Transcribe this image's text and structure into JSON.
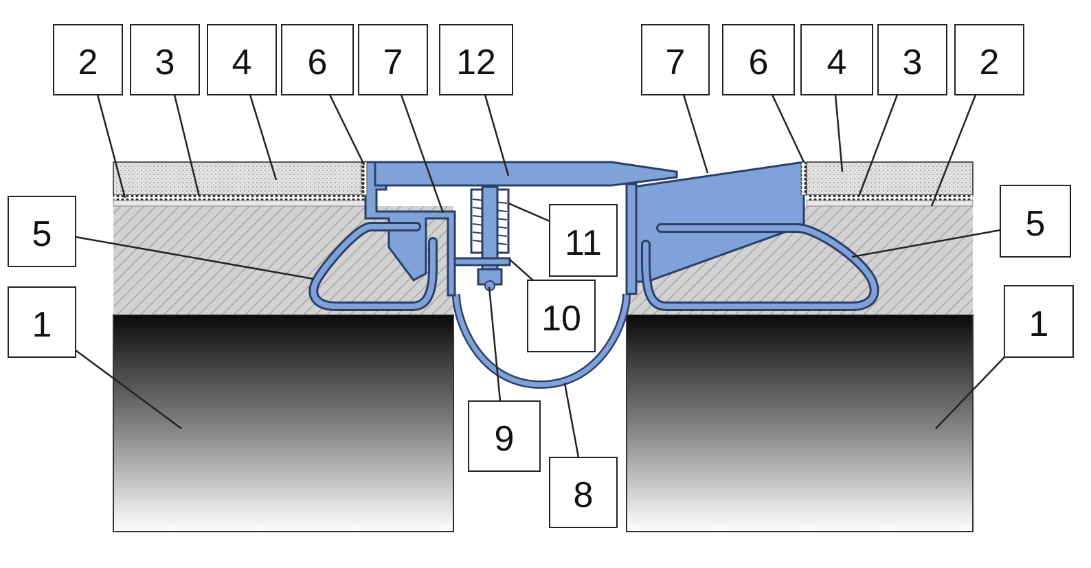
{
  "colors": {
    "metal_blue": "#7fa3d9",
    "metal_outline": "#2b3f66",
    "hatch_fill": "#d2d2d2",
    "hatch_line": "#a5a5a5",
    "surface_fill": "#e8e8e8",
    "slab_dark": "#0b0b0b",
    "slab_light": "#ffffff",
    "leader": "#222222"
  },
  "callouts": {
    "top_left": [
      "2",
      "3",
      "4",
      "6",
      "7",
      "12"
    ],
    "top_right": [
      "7",
      "6",
      "4",
      "3",
      "2"
    ],
    "side_left": [
      "5",
      "1"
    ],
    "side_right": [
      "5",
      "1"
    ],
    "center": [
      "11",
      "10",
      "9",
      "8"
    ]
  },
  "icons": {
    "anchor_loop": "loop-anchor-icon",
    "bolt": "bolt-icon",
    "spring": "spring-icon",
    "membrane": "seal-membrane-icon"
  }
}
